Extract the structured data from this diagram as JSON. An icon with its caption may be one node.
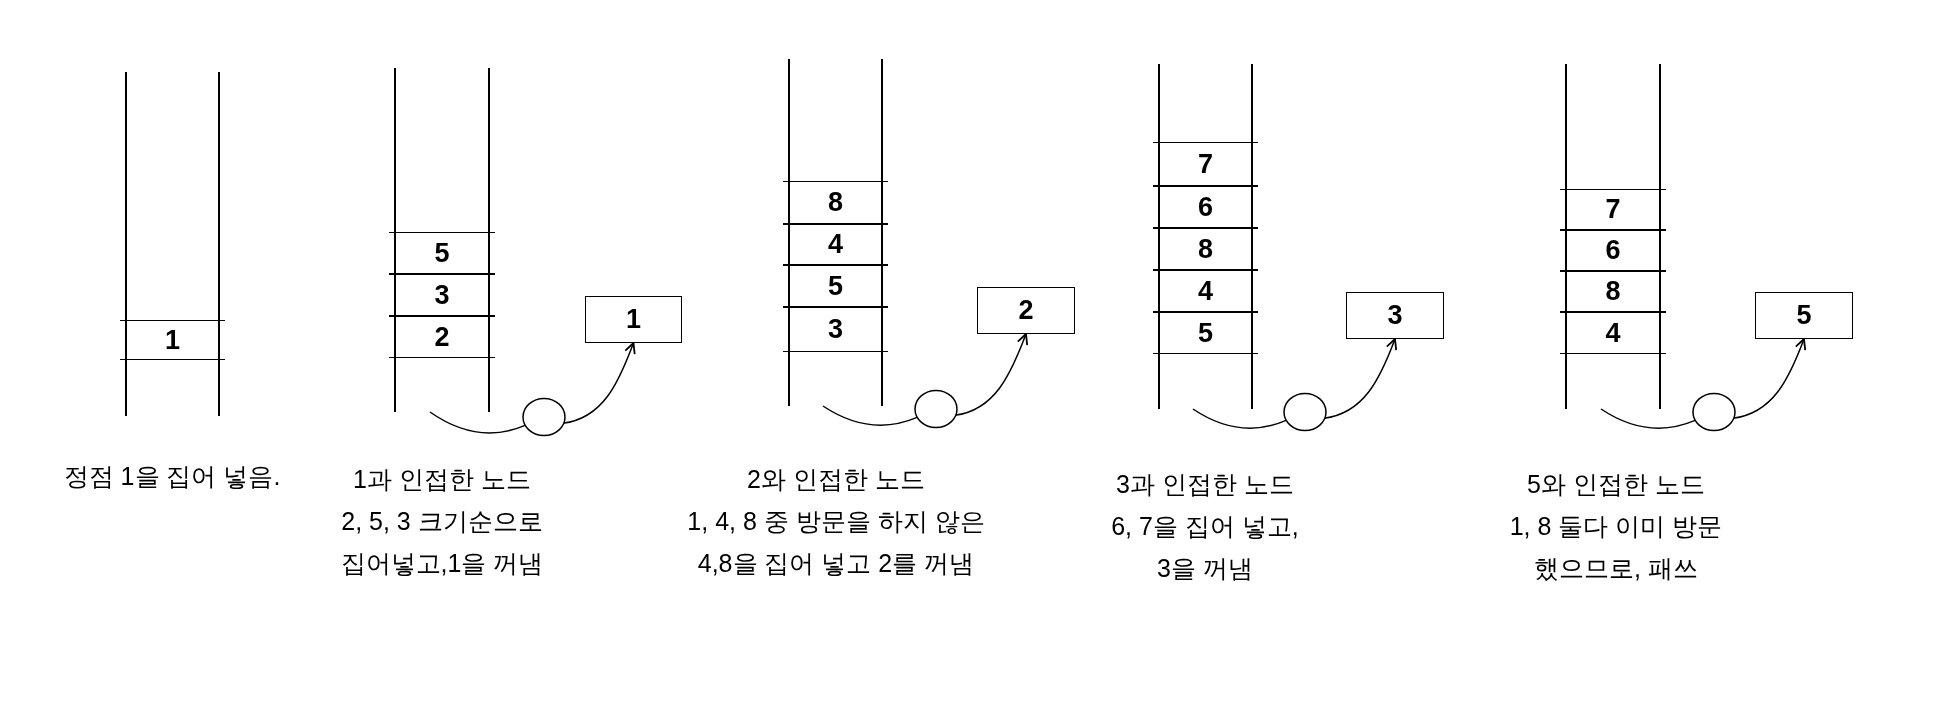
{
  "diagram": {
    "nodes": [
      {
        "text": [],
        "shape": "box"
      },
      {
        "text": [
          "1"
        ],
        "in": 0
      },
      {
        "text": [],
        "shape": "box"
      },
      {
        "text": [
          "5"
        ],
        "in": 2
      },
      {
        "text": [
          "3"
        ],
        "in": 2
      },
      {
        "text": [
          "2"
        ],
        "in": 2
      },
      {
        "text": [],
        "shape": "circle"
      },
      {
        "text": [
          "1"
        ]
      },
      {
        "text": [],
        "shape": "box"
      },
      {
        "text": [
          "8"
        ],
        "in": 8
      },
      {
        "text": [
          "4"
        ],
        "in": 8
      },
      {
        "text": [
          "5"
        ],
        "in": 8
      },
      {
        "text": [
          "3"
        ],
        "in": 8
      },
      {
        "text": [],
        "shape": "circle"
      },
      {
        "text": [
          "2"
        ]
      },
      {
        "text": [],
        "shape": "box"
      },
      {
        "text": [
          "7"
        ],
        "in": 15
      },
      {
        "text": [
          "6"
        ],
        "in": 15
      },
      {
        "text": [
          "8"
        ],
        "in": 15
      },
      {
        "text": [
          "4"
        ],
        "in": 15
      },
      {
        "text": [
          "5"
        ],
        "in": 15
      },
      {
        "text": [],
        "shape": "circle"
      },
      {
        "text": [
          "3"
        ]
      },
      {
        "text": [],
        "shape": "box"
      },
      {
        "text": [
          "7"
        ],
        "in": 23
      },
      {
        "text": [
          "6"
        ],
        "in": 23
      },
      {
        "text": [
          "8"
        ],
        "in": 23
      },
      {
        "text": [
          "4"
        ],
        "in": 23
      },
      {
        "text": [],
        "shape": "circle"
      },
      {
        "text": [
          "5"
        ]
      }
    ],
    "edges": [
      {
        "from": 2,
        "to": 6,
        "arrow": "none"
      },
      {
        "from": 6,
        "to": 7,
        "arrow": "to"
      },
      {
        "from": 8,
        "to": 13,
        "arrow": "none"
      },
      {
        "from": 13,
        "to": 14,
        "arrow": "to"
      },
      {
        "from": 15,
        "to": 21,
        "arrow": "none"
      },
      {
        "from": 21,
        "to": 22,
        "arrow": "to"
      },
      {
        "from": 23,
        "to": 28,
        "arrow": "none"
      },
      {
        "from": 28,
        "to": 29,
        "arrow": "to"
      }
    ],
    "labels": [
      "정점 1을 집어 넣음.",
      "1과 인접한 노드 2, 5, 3 크기순으로 집어넣고,1을 꺼냄",
      "2와 인접한 노드 1, 4, 8 중 방문을 하지 않은 4,8을 집어 넣고 2를 꺼냄",
      "3과 인접한 노드 6, 7을 집어 넣고, 3을 꺼냄",
      "5와 인접한 노드 1, 8 둘다 이미 방문 했으므로, 패쓰"
    ]
  }
}
